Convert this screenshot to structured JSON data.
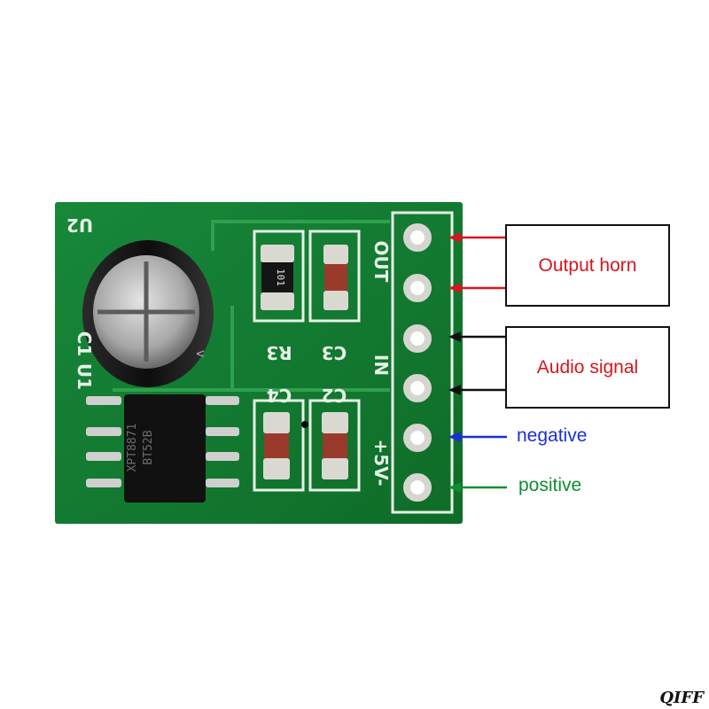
{
  "board": {
    "silkscreen": {
      "u2": "U2",
      "c1": "C1",
      "u1": "U1",
      "r3": "R3",
      "c3": "C3",
      "c4": "C4",
      "c2": "C2",
      "out": "OUT",
      "in": "IN",
      "power": "+5V-",
      "chip_line1": "XPT8871",
      "chip_line2": "BT52B",
      "resistor_code": "101"
    },
    "colors": {
      "pcb": "#127a2c",
      "silk": "#e6f2e6",
      "pad": "#d9d9d2",
      "capacitor_body": "#9a3a2c"
    }
  },
  "annotations": {
    "output": {
      "text": "Output horn",
      "color": "#d8151d"
    },
    "audio": {
      "text": "Audio signal",
      "color": "#d8151d"
    },
    "negative": {
      "text": "negative",
      "color": "#1a2fd6"
    },
    "positive": {
      "text": "positive",
      "color": "#0b8f2f"
    },
    "box_border_color": "#111111",
    "input_arrow_color": "#111111"
  },
  "watermark": "QIFF"
}
